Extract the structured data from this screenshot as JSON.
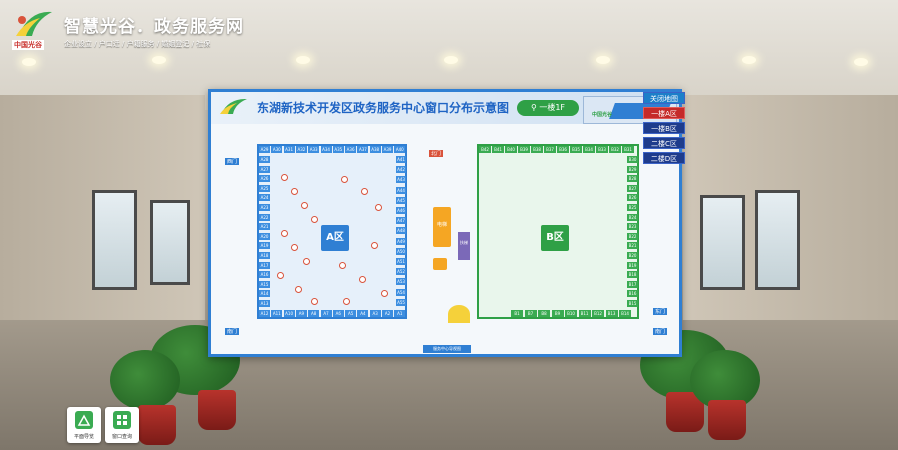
{
  "brand": {
    "title": "智慧光谷．政务服务网",
    "subtitle": "企业设立 / 户口迁 / 户籍服务 / 婚姻登记 / 社保",
    "logo_text": "中国光谷"
  },
  "panel": {
    "title": "东湖新技术开发区政务服务中心窗口分布示意图",
    "floor_indicator": "一楼1F",
    "logo_text": "中国光谷",
    "zone_a_label": "A区",
    "zone_b_label": "B区",
    "footer": "服务中心导视图",
    "gate_north": "北门",
    "gate_south_left": "南门",
    "gate_west": "西门",
    "gate_east": "东门",
    "gate_south_right": "南门",
    "elevator": "电梯",
    "stairs": "扶梯",
    "a_top_cells": [
      "A29",
      "A30",
      "A31",
      "A32",
      "A33",
      "A34",
      "A35",
      "A36",
      "A37",
      "A38",
      "A39",
      "A40"
    ],
    "a_bottom_cells": [
      "A12",
      "A11",
      "A10",
      "A9",
      "A8",
      "A7",
      "A6",
      "A5",
      "A4",
      "A3",
      "A2",
      "A1"
    ],
    "a_left_cells": [
      "A28",
      "A27",
      "A26",
      "A25",
      "A24",
      "A23",
      "A22",
      "A21",
      "A20",
      "A19",
      "A18",
      "A17",
      "A16",
      "A15",
      "A14",
      "A13"
    ],
    "a_right_cells": [
      "A41",
      "A42",
      "A43",
      "A44",
      "A45",
      "A46",
      "A47",
      "A48",
      "A49",
      "A50",
      "A51",
      "A52",
      "A53",
      "A54",
      "A55"
    ],
    "b_top_cells": [
      "B42",
      "B41",
      "B40",
      "B39",
      "B38",
      "B37",
      "B36",
      "B35",
      "B34",
      "B33",
      "B32",
      "B31"
    ],
    "b_bottom_cells": [
      "B1",
      "B7",
      "B8",
      "B9",
      "B10",
      "B11",
      "B12",
      "B13",
      "B14"
    ],
    "b_right_cells": [
      "B30",
      "B29",
      "B28",
      "B27",
      "B26",
      "B25",
      "B24",
      "B23",
      "B22",
      "B21",
      "B20",
      "B19",
      "B18",
      "B17",
      "B16",
      "B15"
    ]
  },
  "floor_menu": [
    {
      "label": "关闭地图",
      "state": "top"
    },
    {
      "label": "一楼A区",
      "state": "active"
    },
    {
      "label": "一楼B区",
      "state": "normal"
    },
    {
      "label": "二楼C区",
      "state": "normal"
    },
    {
      "label": "二楼D区",
      "state": "normal"
    }
  ],
  "tools": [
    {
      "label": "平面导览"
    },
    {
      "label": "窗口查询"
    }
  ],
  "colors": {
    "zone_a": "#2f7fd3",
    "zone_b": "#2fa046",
    "menu_active": "#c52a2a",
    "menu_normal": "#1e3c8c"
  }
}
